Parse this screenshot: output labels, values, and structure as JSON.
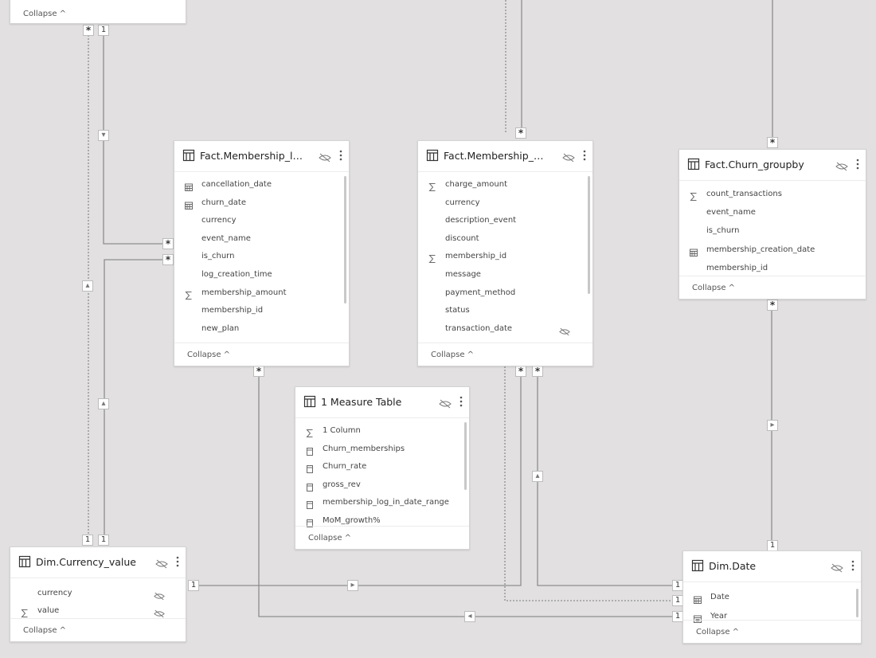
{
  "collapse_label": "Collapse ^",
  "tables": {
    "top_left": {
      "title": "",
      "fields": []
    },
    "membership_log": {
      "title": "Fact.Membership_log",
      "fields": [
        {
          "name": "cancellation_date",
          "icon": "calendar-icon"
        },
        {
          "name": "churn_date",
          "icon": "calendar-icon"
        },
        {
          "name": "currency",
          "icon": ""
        },
        {
          "name": "event_name",
          "icon": ""
        },
        {
          "name": "is_churn",
          "icon": ""
        },
        {
          "name": "log_creation_time",
          "icon": ""
        },
        {
          "name": "membership_amount",
          "icon": "sigma-icon"
        },
        {
          "name": "membership_id",
          "icon": ""
        },
        {
          "name": "new_plan",
          "icon": ""
        }
      ]
    },
    "membership_payments": {
      "title": "Fact.Membership_pay...",
      "fields": [
        {
          "name": "charge_amount",
          "icon": "sigma-icon"
        },
        {
          "name": "currency",
          "icon": ""
        },
        {
          "name": "description_event",
          "icon": ""
        },
        {
          "name": "discount",
          "icon": ""
        },
        {
          "name": "membership_id",
          "icon": "sigma-icon"
        },
        {
          "name": "message",
          "icon": ""
        },
        {
          "name": "payment_method",
          "icon": ""
        },
        {
          "name": "status",
          "icon": ""
        },
        {
          "name": "transaction_date",
          "icon": "",
          "hidden": true
        }
      ]
    },
    "churn_groupby": {
      "title": "Fact.Churn_groupby",
      "fields": [
        {
          "name": "count_transactions",
          "icon": "sigma-icon"
        },
        {
          "name": "event_name",
          "icon": ""
        },
        {
          "name": "is_churn",
          "icon": ""
        },
        {
          "name": "membership_creation_date",
          "icon": "calendar-icon"
        },
        {
          "name": "membership_id",
          "icon": ""
        }
      ]
    },
    "measure_table": {
      "title": "1 Measure Table",
      "fields": [
        {
          "name": "1 Column",
          "icon": "sigma-icon"
        },
        {
          "name": "Churn_memberships",
          "icon": "calculator-icon"
        },
        {
          "name": "Churn_rate",
          "icon": "calculator-icon"
        },
        {
          "name": "gross_rev",
          "icon": "calculator-icon"
        },
        {
          "name": "membership_log_in_date_range",
          "icon": "calculator-icon"
        },
        {
          "name": "MoM_growth%",
          "icon": "calculator-icon"
        }
      ]
    },
    "currency_value": {
      "title": "Dim.Currency_value",
      "fields": [
        {
          "name": "currency",
          "icon": "",
          "hidden": true
        },
        {
          "name": "value",
          "icon": "sigma-icon",
          "hidden": true
        }
      ]
    },
    "dim_date": {
      "title": "Dim.Date",
      "fields": [
        {
          "name": "Date",
          "icon": "calendar-icon"
        },
        {
          "name": "Year",
          "icon": "calendar-hierarchy-icon"
        }
      ]
    }
  },
  "cardinality": {
    "one": "1",
    "many": "*"
  }
}
